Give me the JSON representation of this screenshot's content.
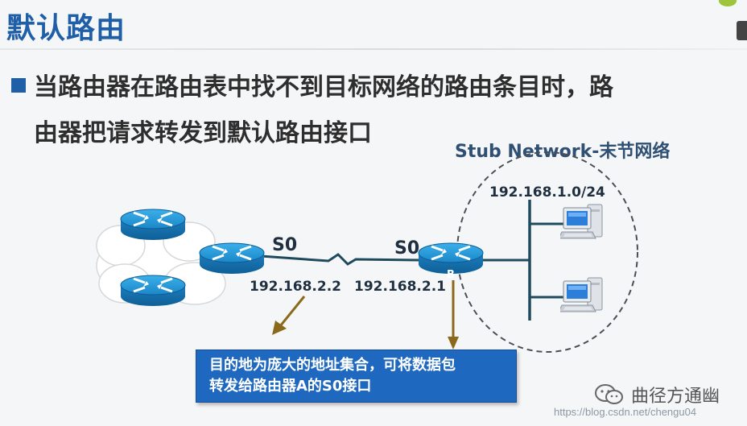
{
  "slide": {
    "title": "默认路由",
    "bullet_line1": "当路由器在路由表中找不到目标网络的路由条目时，路",
    "bullet_line2": "由器把请求转发到默认路由接口"
  },
  "diagram": {
    "stub_network_label": "Stub Network-末节网络",
    "stub_subnet": "192.168.1.0/24",
    "interface_a": "S0",
    "interface_b": "S0",
    "ip_a": "192.168.2.2",
    "ip_b": "192.168.2.1",
    "router_b_label": "B"
  },
  "callout": {
    "line1": "目的地为庞大的地址集合，可将数据包",
    "line2": "转发给路由器A的S0接口"
  },
  "watermark": {
    "account": "曲径方通幽",
    "url": "https://blog.csdn.net/chengu04"
  },
  "colors": {
    "title": "#1f5fa8",
    "router": "#1b86c6",
    "callout_bg": "#1f68bf",
    "arrow": "#8a6a1a"
  }
}
